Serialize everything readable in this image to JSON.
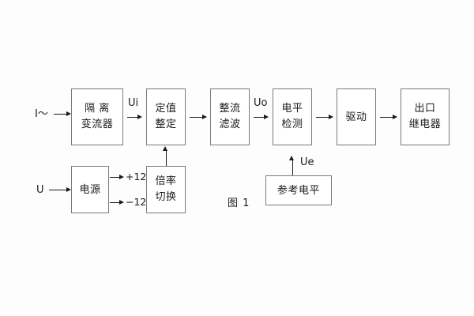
{
  "figure": {
    "caption": "图 1",
    "blocks": [
      {
        "id": "isolation-transformer",
        "lines": [
          "隔 离",
          "变流器"
        ]
      },
      {
        "id": "setting-adjustment",
        "lines": [
          "定值",
          "整定"
        ]
      },
      {
        "id": "rectify-filter",
        "lines": [
          "整流",
          "滤波"
        ]
      },
      {
        "id": "level-detection",
        "lines": [
          "电平",
          "检测"
        ]
      },
      {
        "id": "drive",
        "lines": [
          "驱动"
        ]
      },
      {
        "id": "output-relay",
        "lines": [
          "出口",
          "继电器"
        ]
      },
      {
        "id": "power-supply",
        "lines": [
          "电源"
        ]
      },
      {
        "id": "multiplier-switch",
        "lines": [
          "倍率",
          "切换"
        ]
      },
      {
        "id": "reference-level",
        "lines": [
          "参考电平"
        ]
      }
    ],
    "signals": {
      "current_input": "I～",
      "voltage_input": "U",
      "ui": "Ui",
      "uo": "Uo",
      "ue": "Ue",
      "rail_positive": "+12V",
      "rail_negative": "−12V"
    },
    "colors": {
      "background": "#fdfdfd",
      "box_border": "#7a7a7a",
      "line": "#1a1a1a",
      "text": "#1a1a1a"
    }
  }
}
